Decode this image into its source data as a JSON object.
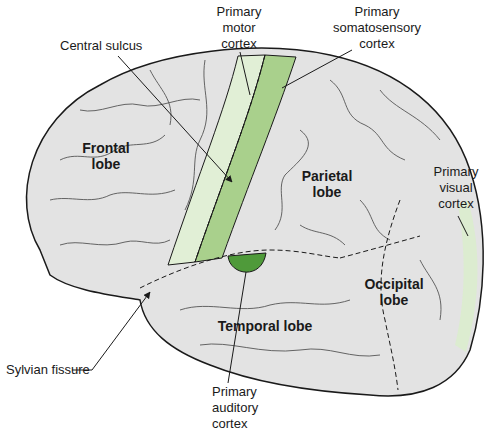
{
  "diagram": {
    "labels": [
      "Primary motor cortex",
      "Primary somatosensory cortex",
      "Central sulcus",
      "Frontal lobe",
      "Parietal lobe",
      "Primary visual cortex",
      "Occipital lobe",
      "Temporal lobe",
      "Sylvian fissure",
      "Primary auditory cortex"
    ]
  }
}
